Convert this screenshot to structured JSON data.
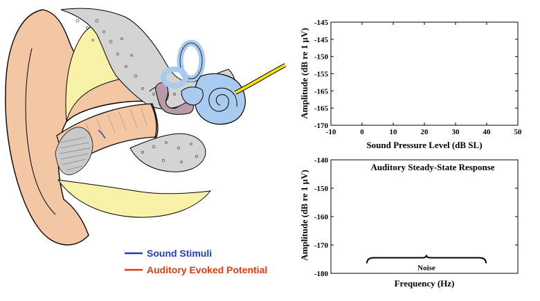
{
  "legend": {
    "sound_stimuli": "Sound Stimuli",
    "sound_stimuli_color": "#1f3fb8",
    "auditory_evoked_potential": "Auditory Evoked Potential",
    "auditory_evoked_potential_color": "#e03a10"
  },
  "colors": {
    "ear_skin": "#f3c7a3",
    "ear_canal": "#f8f2a8",
    "bone": "#d4d4d4",
    "cochlea": "#a8cbef",
    "ossicles": "#b89aa8",
    "nerve": "#f3e200"
  },
  "chart_data": [
    {
      "type": "scatter",
      "title": "",
      "xlabel": "Sound Pressure Level (dB SL)",
      "ylabel": "Amplitude (dB re 1 µV)",
      "xlim": [
        -10,
        50
      ],
      "ylim": [
        -170,
        -145
      ],
      "x_ticks": [
        "-10",
        "0",
        "10",
        "20",
        "30",
        "40",
        "50"
      ],
      "y_ticks": [
        "-145",
        "-145",
        "-150",
        "-155",
        "-165",
        "-165",
        "-170"
      ],
      "series": []
    },
    {
      "type": "line",
      "title": "Auditory Steady-State Response",
      "title_color": "#22e02a",
      "xlabel": "Frequency (Hz)",
      "ylabel": "Amplitude (dB re 1 µV)",
      "ylim": [
        -180,
        -140
      ],
      "y_ticks": [
        "-140",
        "-150",
        "-160",
        "-170",
        "-180"
      ],
      "annotation": "Noise",
      "noise_level": -174.5
    }
  ]
}
